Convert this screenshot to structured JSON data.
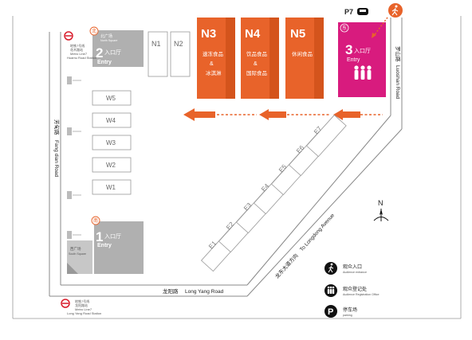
{
  "halls": {
    "n3": {
      "code": "N3",
      "line1": "速冻食品",
      "amp": "&",
      "line2": "冰淇淋"
    },
    "n4": {
      "code": "N4",
      "line1": "饮品食品",
      "amp": "&",
      "line2": "国际食品"
    },
    "n5": {
      "code": "N5",
      "line1": "休闲食品"
    },
    "n1": {
      "code": "N1"
    },
    "n2": {
      "code": "N2"
    },
    "w": [
      "W5",
      "W4",
      "W3",
      "W2",
      "W1"
    ],
    "e": [
      "E1",
      "E2",
      "E3",
      "E4",
      "E5",
      "E6",
      "E7"
    ]
  },
  "entries": {
    "north": {
      "dir": "北",
      "num": "2",
      "cn": "入口厅",
      "en": "Entry",
      "sq_cn": "北广场",
      "sq_en": "North Square"
    },
    "south": {
      "dir": "南",
      "num": "1",
      "cn": "入口厅",
      "en": "Entry"
    },
    "east": {
      "dir": "东",
      "num": "3",
      "cn": "入口厅",
      "en": "Entry"
    }
  },
  "west_square": {
    "cn": "西广场",
    "en": "South Square"
  },
  "parking_top": {
    "label": "P7"
  },
  "roads": {
    "fangdian": {
      "cn": "芳甸路",
      "en": "Fang dian Road"
    },
    "luoshan": {
      "cn": "罗山路",
      "en": "Luoshan Road"
    },
    "longyang": {
      "cn": "龙阳路",
      "en": "Long Yang Road"
    },
    "longdong": {
      "cn": "龙东大道方向",
      "en": "To Longdong Avenue"
    }
  },
  "metro": {
    "north": {
      "l1": "地铁7号线",
      "l2": "花木路站",
      "l3": "Metro Line7",
      "l4": "Huamu Road Station"
    },
    "south": {
      "l1": "地铁7号线",
      "l2": "龙阳路站",
      "l3": "Metro Line7",
      "l4": "Long Yang Road Station"
    }
  },
  "compass": {
    "label": "N"
  },
  "legend": [
    {
      "icon": "walker",
      "cn": "观众入口",
      "en": "Audience entrance"
    },
    {
      "icon": "people",
      "cn": "观众登记处",
      "en": "Audience Registration Office"
    },
    {
      "icon": "parking",
      "glyph": "P",
      "cn": "停车场",
      "en": "parking"
    }
  ],
  "colors": {
    "orange": "#e8632a",
    "magenta": "#d81b7e",
    "gray": "#b0b0b0"
  }
}
